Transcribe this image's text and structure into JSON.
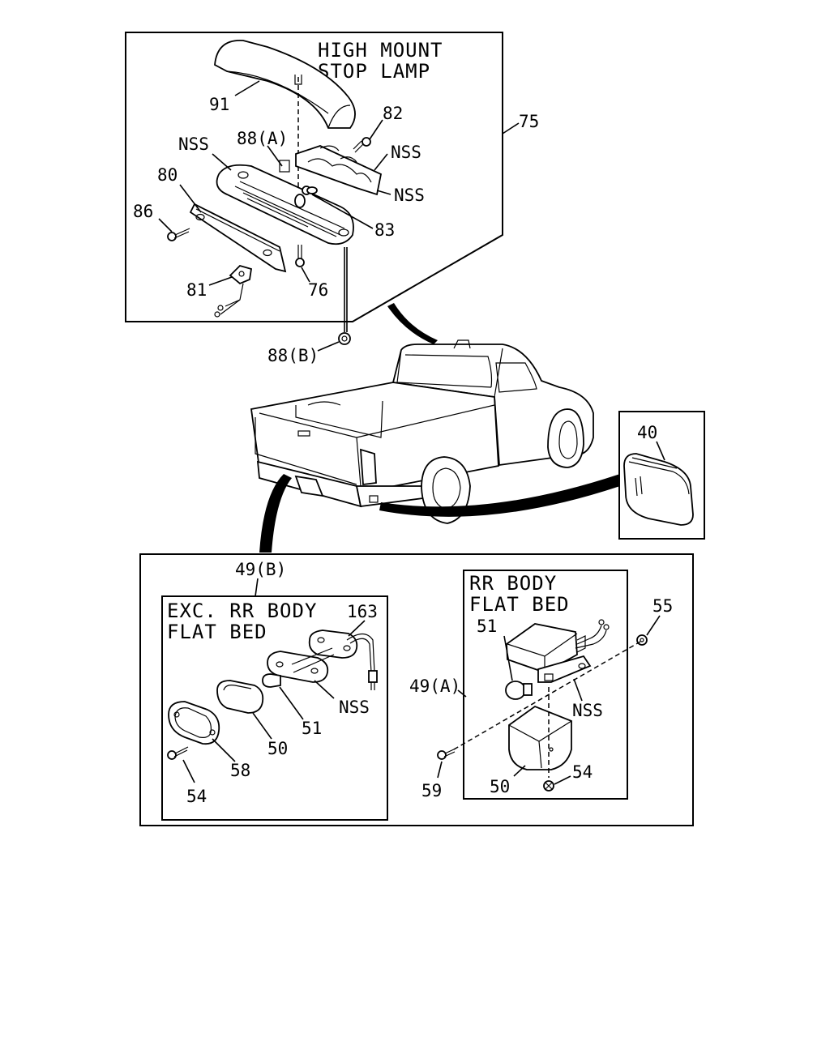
{
  "titles": {
    "high_mount_1": "HIGH MOUNT",
    "high_mount_2": "STOP LAMP",
    "exc_1": "EXC. RR BODY",
    "exc_2": "FLAT BED",
    "rr_1": "RR BODY",
    "rr_2": "FLAT BED"
  },
  "callouts": {
    "p91": "91",
    "p82": "82",
    "p75": "75",
    "nss_a": "NSS",
    "p88a": "88(A)",
    "nss_b": "NSS",
    "nss_c": "NSS",
    "p80": "80",
    "p83": "83",
    "p86": "86",
    "p81": "81",
    "p76": "76",
    "p88b": "88(B)",
    "p40": "40",
    "p49b": "49(B)",
    "p163": "163",
    "p51_left": "51",
    "nss_d": "NSS",
    "p50_left": "50",
    "p58": "58",
    "p54_left": "54",
    "p55": "55",
    "p51_right": "51",
    "p49a": "49(A)",
    "nss_e": "NSS",
    "p59": "59",
    "p50_right": "50",
    "p54_right": "54"
  }
}
